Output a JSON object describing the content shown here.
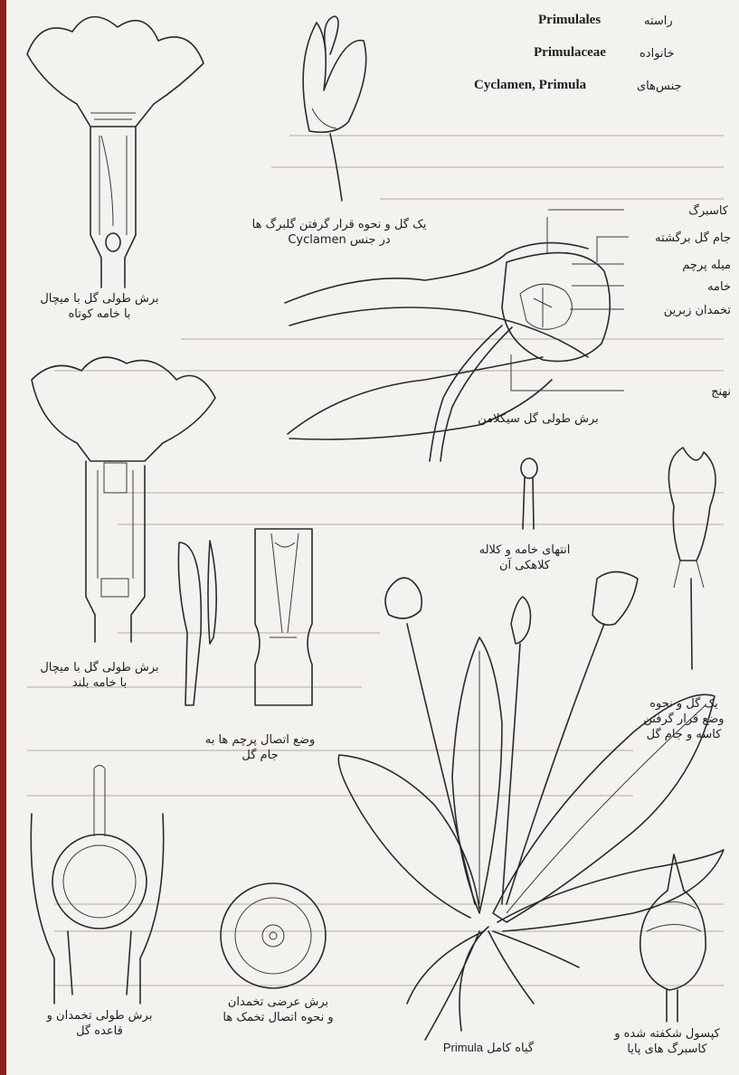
{
  "header": {
    "order": {
      "label_fa": "راسته",
      "value": "Primulales"
    },
    "family": {
      "label_fa": "خانواده",
      "value": "Primulaceae"
    },
    "genera": {
      "label_fa": "جنس‌های",
      "value": "Cyclamen, Primula"
    }
  },
  "figures": {
    "primrose_long_section_short": [
      "برش طولی گل با میچال",
      "با خامه کوتاه"
    ],
    "cyclamen_flower": [
      "یک گل و نحوه قرار گرفتن گلبرگ ها",
      "در جنس Cyclamen"
    ],
    "cyclamen_section_caption": "برش طولی گل سیکلامن",
    "cyclamen_section_labels": [
      "کاسبرگ",
      "جام گل برگشته",
      "میله پرچم",
      "خامه",
      "تخمدان زبرین",
      "نهنج"
    ],
    "primrose_long_section_long": [
      "برش طولی گل با میچال",
      "با خامه بلند"
    ],
    "stamen_attachment": [
      "وضع اتصال پرچم ها به",
      "جام گل"
    ],
    "stigma": [
      "انتهای خامه و کلاله",
      "کلاهکی آن"
    ],
    "flower_calyx": [
      "یک گل و نحوه",
      "وضع قرار گرفتن",
      "کاسه و جام گل"
    ],
    "ovary_long_section": [
      "برش طولی تخمدان و",
      "قاعده گل"
    ],
    "ovary_cross_section": [
      "برش عرضی تخمدان",
      "و نحوه اتصال تخمک ها"
    ],
    "whole_plant": {
      "latin": "Primula",
      "fa": "گیاه کامل"
    },
    "capsule": [
      "کپسول شکفته شده و",
      "کاسبرگ های پایا"
    ]
  }
}
